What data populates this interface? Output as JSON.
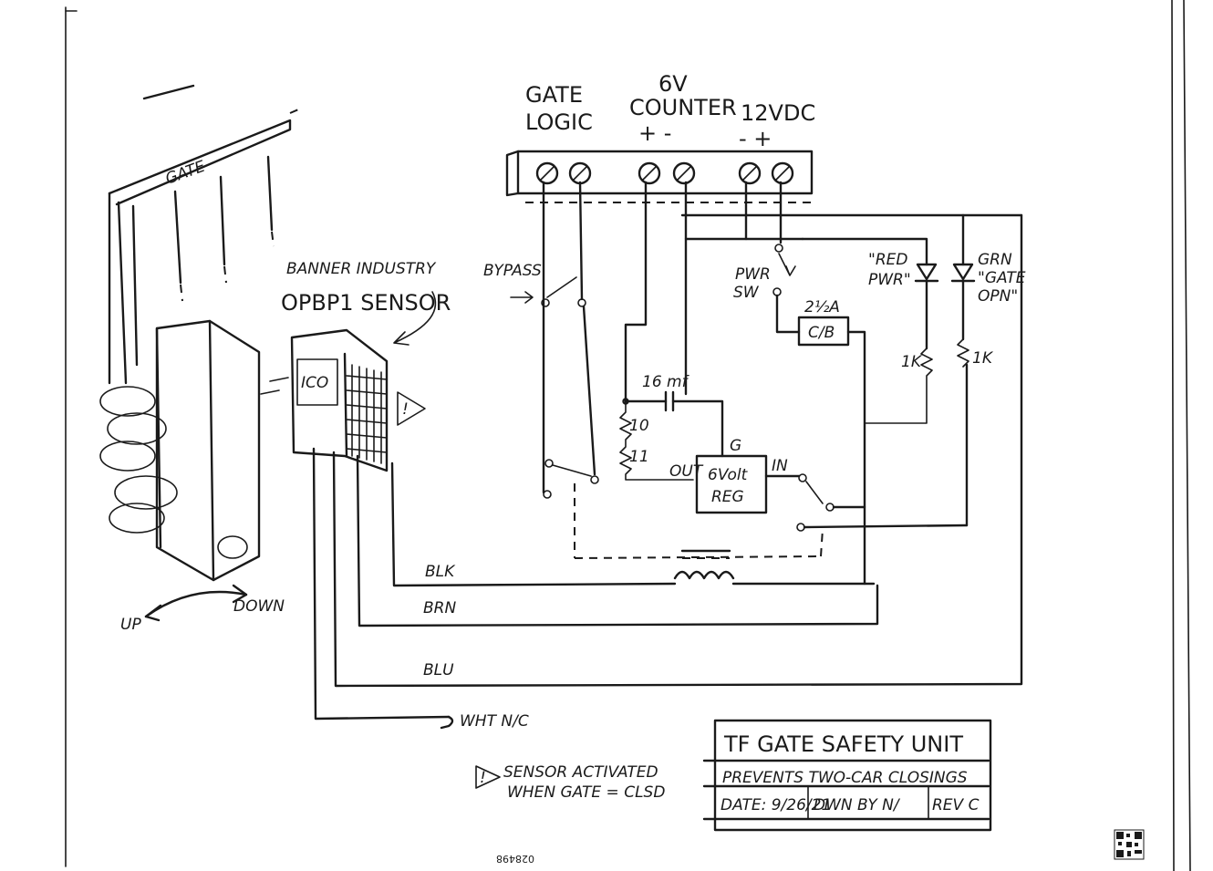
{
  "terminals": {
    "gate_logic": "GATE\nLOGIC",
    "counter": "6V\nCOUNTER",
    "counter_polarity": "+ -",
    "supply": "12VDC",
    "supply_polarity": "- +"
  },
  "sensor": {
    "title_line1": "BANNER INDUSTRY",
    "title_line2": "OPBP1 SENSOR",
    "face_label": "ICO"
  },
  "gate": {
    "label": "GATE",
    "up_label": "UP",
    "down_label": "DOWN"
  },
  "components": {
    "bypass": "BYPASS",
    "pwr_sw": "PWR\nSW",
    "breaker_rating": "2½A",
    "breaker": "C/B",
    "red_led": "\"RED\nPWR\"",
    "grn_led": "GRN\n\"GATE\nOPN\"",
    "resistor_red": "1K",
    "resistor_grn": "1K",
    "capacitor": "16 mf",
    "r1": "10",
    "r2": "11",
    "regulator_out": "OUT",
    "regulator_gnd": "G",
    "regulator_in": "IN",
    "regulator": "6Volt\nREG"
  },
  "wires": {
    "blk": "BLK",
    "brn": "BRN",
    "blu": "BLU",
    "wht": "WHT N/C"
  },
  "note": {
    "symbol": "!",
    "line1": "SENSOR ACTIVATED",
    "line2": "WHEN GATE = CLSD"
  },
  "title_block": {
    "title": "TF GATE SAFETY UNIT",
    "subtitle": "PREVENTS TWO-CAR CLOSINGS",
    "date": "DATE: 9/26/21",
    "drawn_by": "DWN BY N/",
    "rev": "REV C"
  },
  "footer": {
    "sheet_number": "028498"
  },
  "colors": {
    "ink": "#1a1a1a",
    "paper": "#ffffff"
  }
}
